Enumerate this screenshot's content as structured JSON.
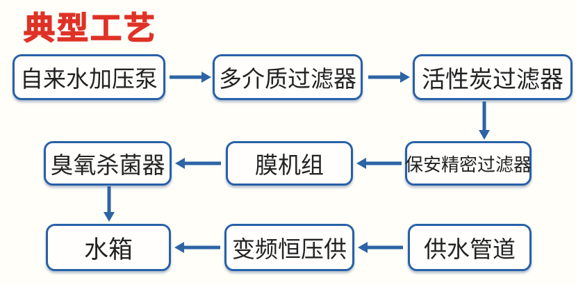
{
  "title": "典型工艺",
  "colors": {
    "title": "#df3227",
    "border": "#2760a7",
    "arrow": "#2d64a6",
    "text": "#222222",
    "background": "#fffef8",
    "boxfill": "#fffefd"
  },
  "flowchart": {
    "nodes": [
      {
        "id": "tap-water-booster-pump",
        "label": "自来水加压泵"
      },
      {
        "id": "multi-media-filter",
        "label": "多介质过滤器"
      },
      {
        "id": "activated-carbon-filter",
        "label": "活性炭过滤器"
      },
      {
        "id": "security-precision-filter",
        "label": "保安精密过滤器"
      },
      {
        "id": "membrane-unit",
        "label": "膜机组"
      },
      {
        "id": "ozone-sterilizer",
        "label": "臭氧杀菌器"
      },
      {
        "id": "water-tank",
        "label": "水箱"
      },
      {
        "id": "vfd-constant-pressure-supply",
        "label": "变频恒压供"
      },
      {
        "id": "water-supply-pipeline",
        "label": "供水管道"
      }
    ],
    "edges": [
      {
        "from": "tap-water-booster-pump",
        "to": "multi-media-filter",
        "direction": "right"
      },
      {
        "from": "multi-media-filter",
        "to": "activated-carbon-filter",
        "direction": "right"
      },
      {
        "from": "activated-carbon-filter",
        "to": "security-precision-filter",
        "direction": "down"
      },
      {
        "from": "security-precision-filter",
        "to": "membrane-unit",
        "direction": "left"
      },
      {
        "from": "membrane-unit",
        "to": "ozone-sterilizer",
        "direction": "left"
      },
      {
        "from": "ozone-sterilizer",
        "to": "water-tank",
        "direction": "down"
      },
      {
        "from": "water-supply-pipeline",
        "to": "vfd-constant-pressure-supply",
        "direction": "left"
      },
      {
        "from": "vfd-constant-pressure-supply",
        "to": "water-tank",
        "direction": "left"
      }
    ]
  }
}
